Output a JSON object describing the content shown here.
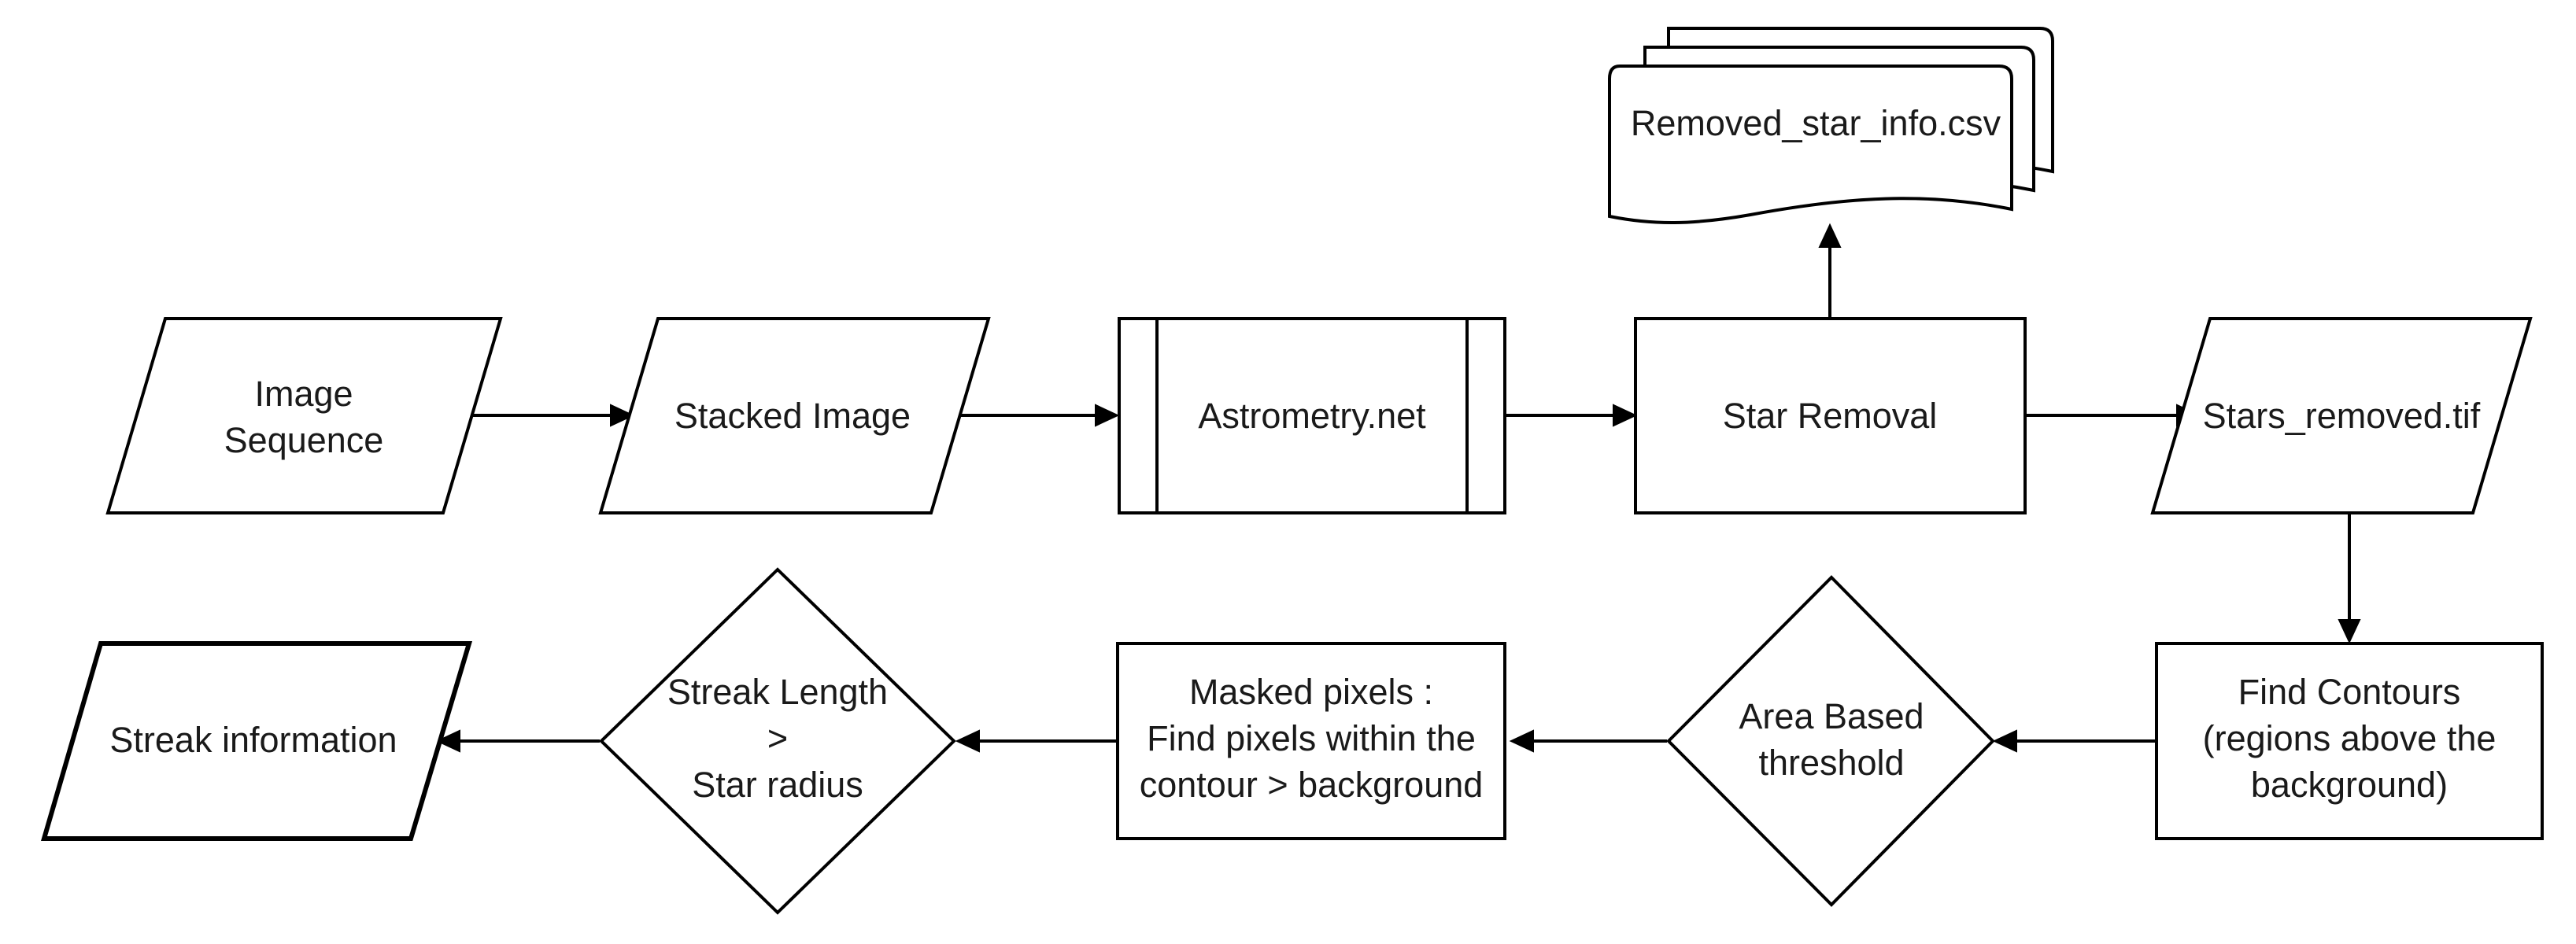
{
  "nodes": {
    "image_sequence": {
      "line1": "Image",
      "line2": "Sequence"
    },
    "stacked_image": {
      "label": "Stacked Image"
    },
    "astrometry": {
      "label": "Astrometry.net"
    },
    "star_removal": {
      "label": "Star Removal"
    },
    "removed_star_info": {
      "label": "Removed_star_info.csv"
    },
    "stars_removed": {
      "label": "Stars_removed.tif"
    },
    "find_contours": {
      "line1": "Find Contours",
      "line2": "(regions above the",
      "line3": "background)"
    },
    "area_threshold": {
      "line1": "Area Based",
      "line2": "threshold"
    },
    "masked_pixels": {
      "line1": "Masked pixels :",
      "line2": "Find pixels within the",
      "line3": "contour > background"
    },
    "streak_length": {
      "line1": "Streak Length",
      "line2": ">",
      "line3": "Star radius"
    },
    "streak_info": {
      "label": "Streak information"
    }
  },
  "edges": [
    {
      "from": "image_sequence",
      "to": "stacked_image"
    },
    {
      "from": "stacked_image",
      "to": "astrometry"
    },
    {
      "from": "astrometry",
      "to": "star_removal"
    },
    {
      "from": "star_removal",
      "to": "removed_star_info"
    },
    {
      "from": "star_removal",
      "to": "stars_removed"
    },
    {
      "from": "stars_removed",
      "to": "find_contours"
    },
    {
      "from": "find_contours",
      "to": "area_threshold"
    },
    {
      "from": "area_threshold",
      "to": "masked_pixels"
    },
    {
      "from": "masked_pixels",
      "to": "streak_length"
    },
    {
      "from": "streak_length",
      "to": "streak_info"
    }
  ]
}
